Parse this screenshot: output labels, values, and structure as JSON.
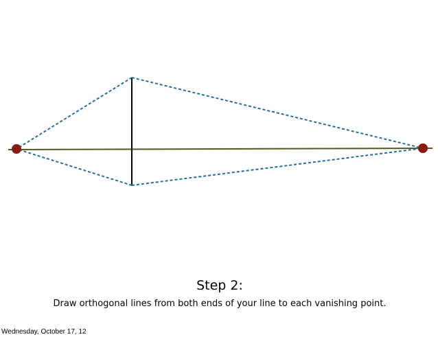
{
  "slide": {
    "title": "Step 2:",
    "instruction": "Draw orthogonal lines from both ends of your line to each vanishing point.",
    "date": "Wednesday, October 17, 12"
  },
  "colors": {
    "horizon_line": "#4a5a22",
    "vertical_line": "#000000",
    "orthogonal_lines": "#1f6e9a",
    "vanishing_point": "#8b1a12"
  }
}
